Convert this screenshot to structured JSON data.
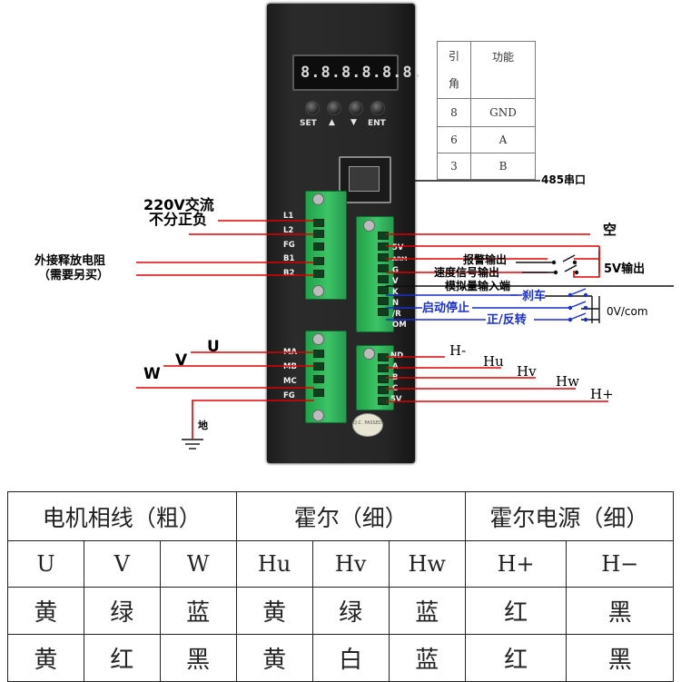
{
  "device": {
    "display_digits": "8.8.8.8.8.8.",
    "buttons": [
      "SET",
      "▲",
      "▼",
      "ENT"
    ],
    "left_top_pins": [
      "L1",
      "L2",
      "FG",
      "B1",
      "B2"
    ],
    "right_top_pins": [
      "5V",
      "ARM",
      "G",
      "V",
      "K",
      "N",
      "/R",
      "OM"
    ],
    "left_bottom_pins": [
      "MA",
      "MB",
      "MC",
      "FG"
    ],
    "right_bottom_pins": [
      "ND",
      "A",
      "B",
      "C",
      "5V"
    ],
    "qc_label": "Q.C. PASSED"
  },
  "pin_table": {
    "header": [
      "引\n角",
      "功能"
    ],
    "rows": [
      [
        "8",
        "GND"
      ],
      [
        "6",
        "A"
      ],
      [
        "3",
        "B"
      ]
    ]
  },
  "labels": {
    "rs485": "485串口",
    "ac_line1": "220V交流",
    "ac_line2": "不分正负",
    "resistor_line1": "外接释放电阻",
    "resistor_line2": "（需要另买）",
    "empty": "空",
    "alarm_out": "报警输出",
    "speed_out": "速度信号输出",
    "five_v_out": "5V输出",
    "analog_in": "模拟量输入端",
    "brake": "刹车",
    "start_stop": "启动停止",
    "forward_reverse": "正/反转",
    "ov_com": "0V/com",
    "u": "U",
    "v": "V",
    "w": "W",
    "ground": "地",
    "h_minus": "H-",
    "hu": "Hu",
    "hv": "Hv",
    "hw": "Hw",
    "h_plus": "H+"
  },
  "wire_table": {
    "groups": [
      "电机相线（粗）",
      "霍尔（细）",
      "霍尔电源（细）"
    ],
    "signals": [
      "U",
      "V",
      "W",
      "Hu",
      "Hv",
      "Hw",
      "H+",
      "H−"
    ],
    "colors_a": [
      "黄",
      "绿",
      "蓝",
      "黄",
      "绿",
      "蓝",
      "红",
      "黑"
    ],
    "colors_b": [
      "黄",
      "红",
      "黑",
      "黄",
      "白",
      "蓝",
      "红",
      "黑"
    ]
  },
  "colors": {
    "wire": "#e00000",
    "signal_blue": "#1a2fd1",
    "terminal_green": "#33b85c",
    "device_body": "#252525"
  }
}
